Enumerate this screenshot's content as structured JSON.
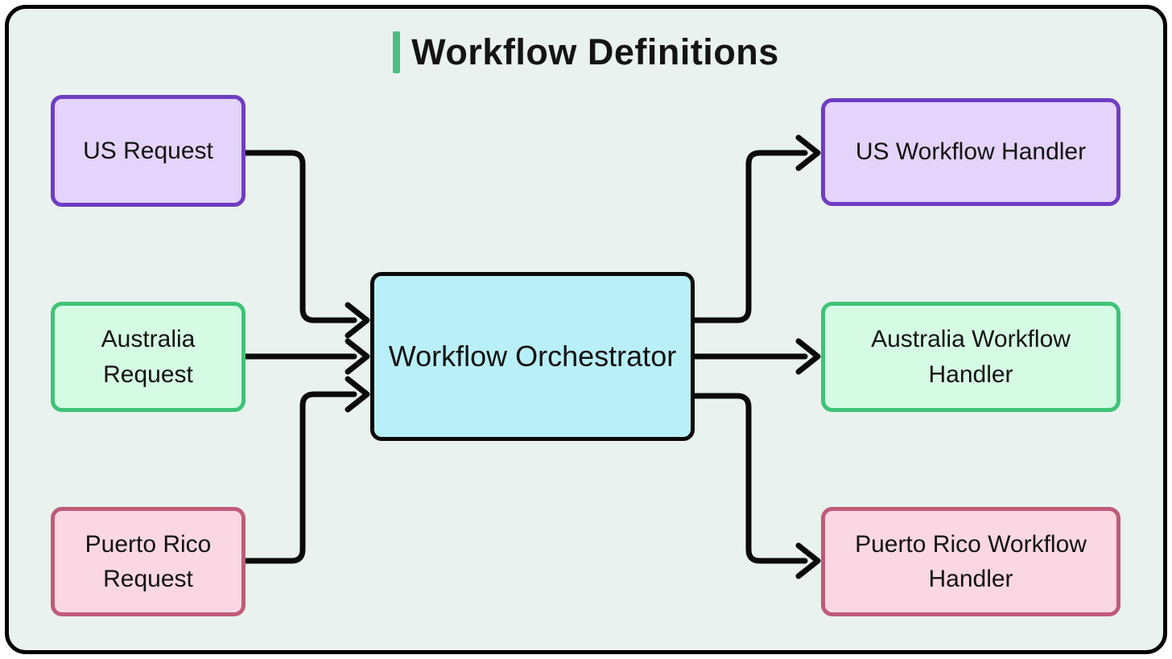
{
  "title": "Workflow Definitions",
  "diagram": {
    "nodes": {
      "us_request": {
        "label": "US Request",
        "fill": "#e4d3fa",
        "border": "#6e3dc3"
      },
      "australia_request": {
        "label": "Australia Request",
        "fill": "#d6fbe5",
        "border": "#3ec377"
      },
      "puerto_rico_request": {
        "label": "Puerto Rico Request",
        "fill": "#fbd7e3",
        "border": "#bf5b79"
      },
      "orchestrator": {
        "label": "Workflow Orchestrator",
        "fill": "#b9f0f8",
        "border": "#0a0a0a"
      },
      "us_handler": {
        "label": "US Workflow Handler",
        "fill": "#e4d3fa",
        "border": "#6e3dc3"
      },
      "australia_handler": {
        "label": "Australia Workflow Handler",
        "fill": "#d6fbe5",
        "border": "#3ec377"
      },
      "puerto_rico_handler": {
        "label": "Puerto Rico Workflow Handler",
        "fill": "#fbd7e3",
        "border": "#bf5b79"
      }
    },
    "edges": [
      {
        "from": "us_request",
        "to": "orchestrator"
      },
      {
        "from": "australia_request",
        "to": "orchestrator"
      },
      {
        "from": "puerto_rico_request",
        "to": "orchestrator"
      },
      {
        "from": "orchestrator",
        "to": "us_handler"
      },
      {
        "from": "orchestrator",
        "to": "australia_handler"
      },
      {
        "from": "orchestrator",
        "to": "puerto_rico_handler"
      }
    ],
    "palette": {
      "canvas_background": "#e9f2ee",
      "outer_border": "#000000",
      "title_accent": "#4dbd82",
      "arrow_color": "#0a0a0a",
      "text_color": "#121212"
    }
  }
}
